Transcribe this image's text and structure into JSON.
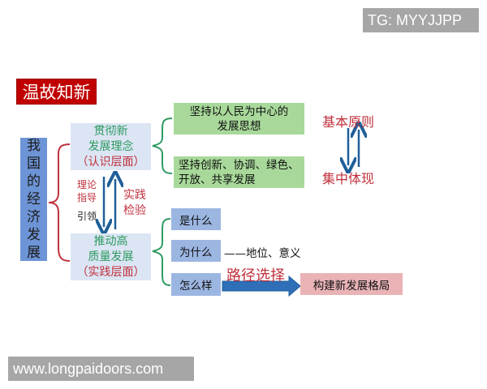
{
  "watermark_top": "TG: MYYJJPP",
  "watermark_bottom": "www.longpaidoors.com",
  "title": "温故知新",
  "root": {
    "label": [
      "我",
      "国",
      "的",
      "经",
      "济",
      "发",
      "展"
    ]
  },
  "theory_node": {
    "line1": "贯彻新",
    "line2": "发展理念",
    "line3": "（认识层面）"
  },
  "practice_node": {
    "line1": "推动高",
    "line2": "质量发展",
    "line3": "（实践层面）"
  },
  "link_left": {
    "line1": "理论",
    "line2": "指导",
    "line3": "引领"
  },
  "link_right": {
    "line1": "实践",
    "line2": "检验"
  },
  "principles": [
    {
      "line1": "坚持以人民为中心的",
      "line2": "发展思想"
    },
    {
      "line1": "坚持创新、协调、绿色、",
      "line2": "开放、共享发展"
    }
  ],
  "principle_relation": {
    "top": "基本原则",
    "bottom": "集中体现"
  },
  "questions": [
    {
      "label": "是什么"
    },
    {
      "label": "为什么",
      "note": "——地位、意义"
    },
    {
      "label": "怎么样"
    }
  ],
  "path_label": "路径选择",
  "result": "构建新发展格局",
  "colors": {
    "title_bg": "#c00000",
    "root_bg": "#6d94d6",
    "node_bg": "#dbe5f3",
    "principle_bg": "#a8d99a",
    "question_bg": "#9cb6e2",
    "result_bg": "#e9b3b6",
    "accent_red": "#c0303c",
    "accent_green": "#2e9a62",
    "arrow_blue": "#1f5f99"
  }
}
